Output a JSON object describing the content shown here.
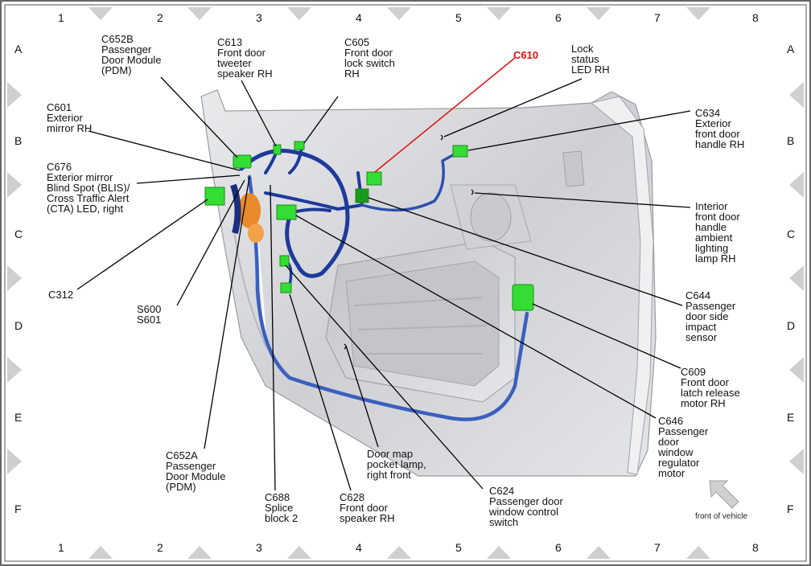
{
  "grid": {
    "columns": [
      "1",
      "2",
      "3",
      "4",
      "5",
      "6",
      "7",
      "8"
    ],
    "rows": [
      "A",
      "B",
      "C",
      "D",
      "E",
      "F"
    ]
  },
  "labels": {
    "c652b": "C652B\nPassenger\nDoor Module\n(PDM)",
    "c613": "C613\nFront door\ntweeter\nspeaker RH",
    "c605": "C605\nFront door\nlock switch\nRH",
    "c610": "C610",
    "lock_led": "Lock\nstatus\nLED RH",
    "c634": "C634\nExterior\nfront door\nhandle RH",
    "c601": "C601\nExterior\nmirror RH",
    "c676": "C676\nExterior mirror\nBlind Spot (BLIS)/\nCross Traffic Alert\n(CTA) LED, right",
    "interior_lamp": "Interior\nfront door\nhandle\nambient\nlighting\nlamp RH",
    "c312": "C312",
    "s600": "S600\nS601",
    "c644": "C644\nPassenger\ndoor side\nimpact\nsensor",
    "c609": "C609\nFront door\nlatch release\nmotor RH",
    "c646": "C646\nPassenger\ndoor\nwindow\nregulator\nmotor",
    "c652a": "C652A\nPassenger\nDoor Module\n(PDM)",
    "door_map": "Door map\npocket lamp,\nright front",
    "c688": "C688\nSplice\nblock 2",
    "c628": "C628\nFront door\nspeaker RH",
    "c624": "C624\nPassenger door\nwindow control\nswitch",
    "front_vehicle": "front of vehicle"
  },
  "colors": {
    "harness": "#1e3a9a",
    "harness_light": "#3a6ad0",
    "connector": "#33dd33",
    "connector_dark": "#1a8a1a",
    "accent": "#e01010",
    "door_panel": "#d7d8db",
    "door_shadow": "#a9abb0",
    "grid_triangle": "#cfcfcf"
  },
  "icons": {
    "front_arrow": "arrow-up-left-icon"
  }
}
